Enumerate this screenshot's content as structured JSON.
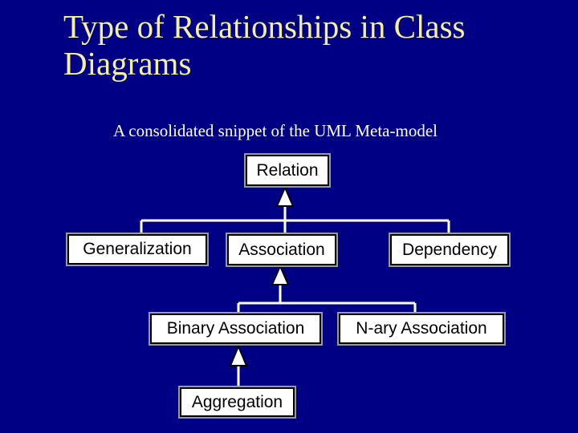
{
  "slide": {
    "title": "Type of Relationships in Class Diagrams",
    "subtitle": "A consolidated snippet of the UML Meta-model"
  },
  "diagram": {
    "nodes": {
      "relation": "Relation",
      "generalization": "Generalization",
      "association": "Association",
      "dependency": "Dependency",
      "binary_association": "Binary Association",
      "nary_association": "N-ary Association",
      "aggregation": "Aggregation"
    }
  },
  "colors": {
    "background": "#000085",
    "title": "#f5f0a0",
    "subtitle": "#ffffff",
    "connector": "#ffffff",
    "node_fill": "#ffffff",
    "node_border": "#000000"
  }
}
